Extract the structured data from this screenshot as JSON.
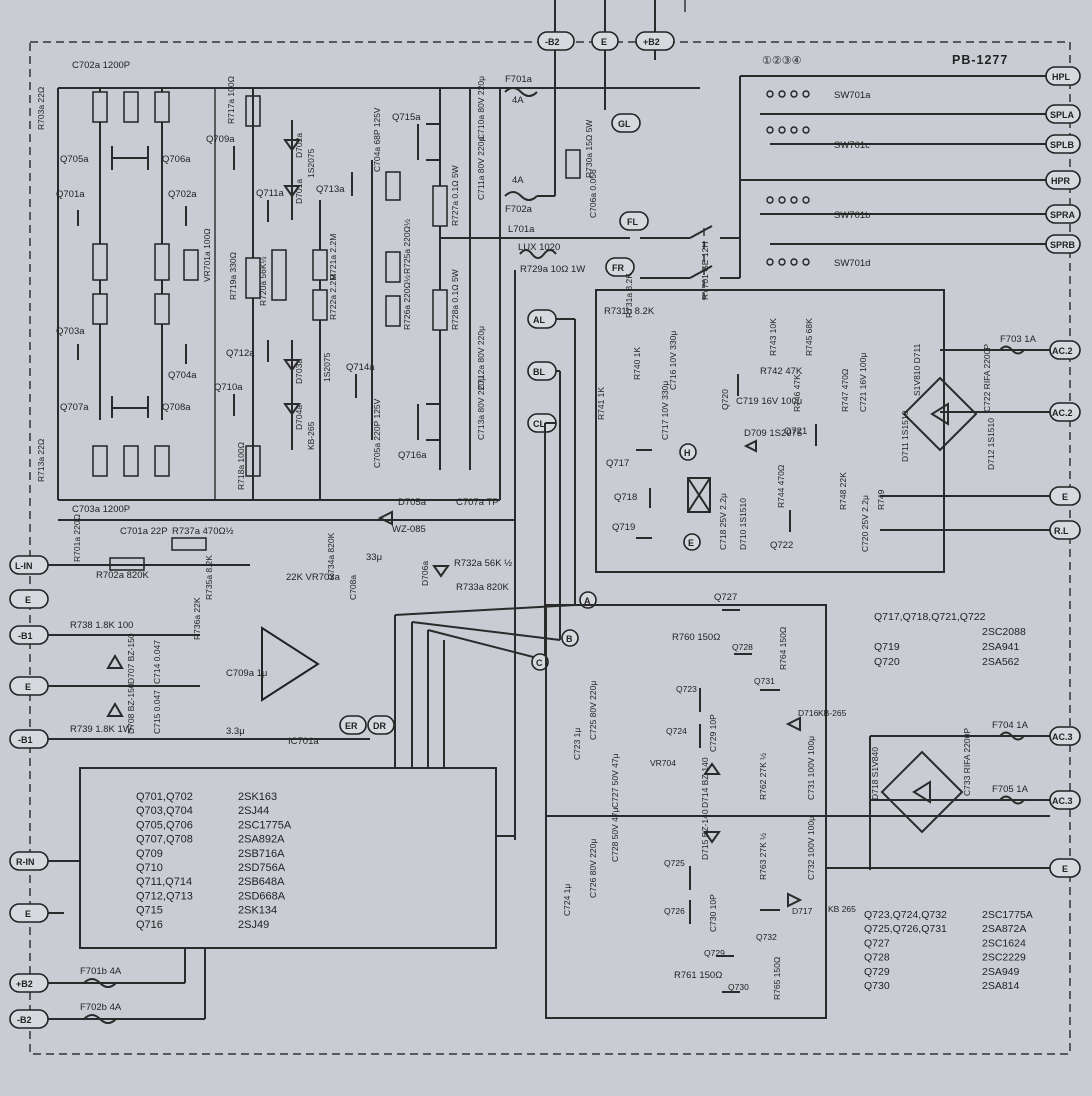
{
  "board_label": "PB-1277",
  "top_numbers": "①②③④",
  "terminals": {
    "minus_b2_top": "-B2",
    "e_top": "E",
    "plus_b2_top": "+B2",
    "gl": "GL",
    "fl": "FL",
    "fr": "FR",
    "al": "AL",
    "bl": "BL",
    "cl": "CL",
    "h": "H",
    "e_mid": "E",
    "a": "A",
    "b": "B",
    "c": "C",
    "er": "ER",
    "dr": "DR",
    "l_in": "L-IN",
    "e_l1": "E",
    "minus_b1_a": "-B1",
    "e_l2": "E",
    "minus_b1_b": "-B1",
    "r_in": "R-IN",
    "e_l3": "E",
    "plus_b2_bot": "+B2",
    "minus_b2_bot": "-B2",
    "hpl": "HPL",
    "spla": "SPLA",
    "splb": "SPLB",
    "hpr": "HPR",
    "spra": "SPRA",
    "sprb": "SPRB",
    "ac2_a": "AC.2",
    "ac2_b": "AC.2",
    "e_r1": "E",
    "rl": "R.L",
    "ac3_a": "AC.3",
    "ac3_b": "AC.3",
    "e_r2": "E"
  },
  "switches": {
    "a": "SW701a",
    "c": "SW701c",
    "b": "SW701b",
    "d": "SW701d"
  },
  "fuses": {
    "f701a": "F701a",
    "f701a_v": "4A",
    "f702a": "F702a",
    "f702a_v": "4A",
    "f703": "F703 1A",
    "f704": "F704 1A",
    "f705": "F705 1A",
    "f701b": "F701b 4A",
    "f702b": "F702b 4A"
  },
  "labels": {
    "c702a": "C702a 1200P",
    "c703a": "C703a 1200P",
    "r703a": "R703a 22Ω",
    "r713a": "R713a 22Ω",
    "q705a": "Q705a",
    "q706a": "Q706a",
    "q701a": "Q701a",
    "q702a": "Q702a",
    "q703a": "Q703a",
    "q704a": "Q704a",
    "q707a": "Q707a",
    "q708a": "Q708a",
    "q709a": "Q709a",
    "q710a": "Q710a",
    "q711a": "Q711a",
    "q712a": "Q712a",
    "q713a": "Q713a",
    "q714a": "Q714a",
    "q715a": "Q715a",
    "q716a": "Q716a",
    "vr701a": "VR701a 100Ω",
    "r717a": "R717a 100Ω",
    "r718a": "R718a 100Ω",
    "r720a": "R720a 56K½",
    "r721a": "R721a 2.2M",
    "r722a": "R722a 2.2M",
    "r719a": "R719a 330Ω",
    "r725a": "R725a 220Ω½",
    "r726a": "R726a 220Ω½",
    "r727a": "R727a 0.1Ω 5W",
    "r728a": "R728a 0.1Ω 5W",
    "r730a": "R730a 15Ω 5W",
    "c706a": "C706a 0.056",
    "l701a": "L701a",
    "lux": "LUX 1020",
    "r729a": "R729a 10Ω 1W",
    "d701a": "D701a",
    "d702a": "D702a",
    "d703a": "D703a",
    "d704a": "D704a",
    "ds": "1S2075",
    "kb265": "KB-265",
    "c704a": "C704a 68P 125V",
    "c705a": "C705a 220P 125V",
    "c710a": "C710a 80V 220μ",
    "c711a": "C711a 80V 220μ",
    "c712a": "C712a 80V 220μ",
    "c713a": "C713a 80V 220μ",
    "c701a": "C701a 22P",
    "r701a": "R701a 220Ω",
    "r737a": "R737a 470Ω½",
    "r702a": "R702a 820K",
    "d705a": "D705a",
    "wz085": "WZ-085",
    "d706a": "D706a",
    "c707a": "C707a TP",
    "r732a": "R732a 56K ½",
    "r733a": "R733a 820K",
    "vr703a": "22K VR703a",
    "r734a": "R734a 820K",
    "r735a": "R735a 8.2K",
    "r736a": "R736a 22K",
    "c708a": "C708a",
    "c33u": "33μ",
    "r738": "R738 1.8K 100",
    "r739": "R739 1.8K 1W",
    "d707": "D707 BZ-150",
    "d708": "D708 BZ-150",
    "c714": "C714 0.047",
    "c715": "C715 0.047",
    "c709a": "C709a 1μ",
    "c33u2": "3.3μ",
    "ic701a": "IC701a",
    "ry701": "RY701 GE 12H",
    "r731a": "R731a 8.2K",
    "r731b": "R731b 8.2K",
    "r740": "R740 1K",
    "r741": "R741 1K",
    "c716": "C716 10V 330μ",
    "c717": "C717 10V 330μ",
    "q717": "Q717",
    "q718": "Q718",
    "q719": "Q719",
    "q720": "Q720",
    "q721": "Q721",
    "q722": "Q722",
    "r742": "R742 47K",
    "r743": "R743 10K",
    "r745": "R745 68K",
    "c719": "C719 16V 100μ",
    "d709": "D709 1S2075",
    "d710": "D710 1S1510",
    "c718": "C718 25V 2.2μ",
    "r746": "R746 47K",
    "r747": "R747 470Ω",
    "c721": "C721 16V 100μ",
    "r744": "R744 470Ω",
    "r748": "R748 22K",
    "c720": "C720 25V 2.2μ",
    "r749": "R749",
    "sv": "S1V810 D711",
    "d711": "D711 1S1510",
    "d712": "D712 1S1510",
    "c722": "C722 RIFA 2200P",
    "q727": "Q727",
    "q728": "Q728",
    "q731": "Q731",
    "r760": "R760 150Ω",
    "r764": "R764 150Ω",
    "q723": "Q723",
    "q724": "Q724",
    "vr704": "VR704",
    "d714": "D714 BZ-140",
    "d715": "D715 BZ-140",
    "d716": "D716",
    "d716v": "KB-265",
    "d717": "D717",
    "d717v": "KB 265",
    "c723": "C723 1μ",
    "c725": "C725 80V 220μ",
    "c726": "C726 80V 220μ",
    "c727": "C727 50V 47μ",
    "c728": "C728 50V 47μ",
    "c729": "C729 10P",
    "c730": "C730 10P",
    "r762": "R762 27K ½",
    "r763": "R763 27K ½",
    "c731": "C731 100V 100μ",
    "c732": "C732 100V 100μ",
    "c724": "C724 1μ",
    "q725": "Q725",
    "q726": "Q726",
    "q729": "Q729",
    "q730": "Q730",
    "q732": "Q732",
    "r761": "R761 150Ω",
    "r765": "R765 150Ω",
    "d718": "D718 S1V840",
    "c733": "C733 RIFA 2200P"
  },
  "legend_left": [
    [
      "Q701,Q702",
      "2SK163"
    ],
    [
      "Q703,Q704",
      "2SJ44"
    ],
    [
      "Q705,Q706",
      "2SC1775A"
    ],
    [
      "Q707,Q708",
      "2SA892A"
    ],
    [
      "Q709",
      "2SB716A"
    ],
    [
      "Q710",
      "2SD756A"
    ],
    [
      "Q711,Q714",
      "2SB648A"
    ],
    [
      "Q712,Q713",
      "2SD668A"
    ],
    [
      "Q715",
      "2SK134"
    ],
    [
      "Q716",
      "2SJ49"
    ]
  ],
  "legend_right_top": [
    [
      "Q717,Q718,Q721,Q722",
      ""
    ],
    [
      "",
      "2SC2088"
    ],
    [
      "Q719",
      "2SA941"
    ],
    [
      "Q720",
      "2SA562"
    ]
  ],
  "legend_right_bottom": [
    [
      "Q723,Q724,Q732",
      "2SC1775A"
    ],
    [
      "Q725,Q726,Q731",
      "2SA872A"
    ],
    [
      "Q727",
      "2SC1624"
    ],
    [
      "Q728",
      "2SC2229"
    ],
    [
      "Q729",
      "2SA949"
    ],
    [
      "Q730",
      "2SA814"
    ]
  ]
}
